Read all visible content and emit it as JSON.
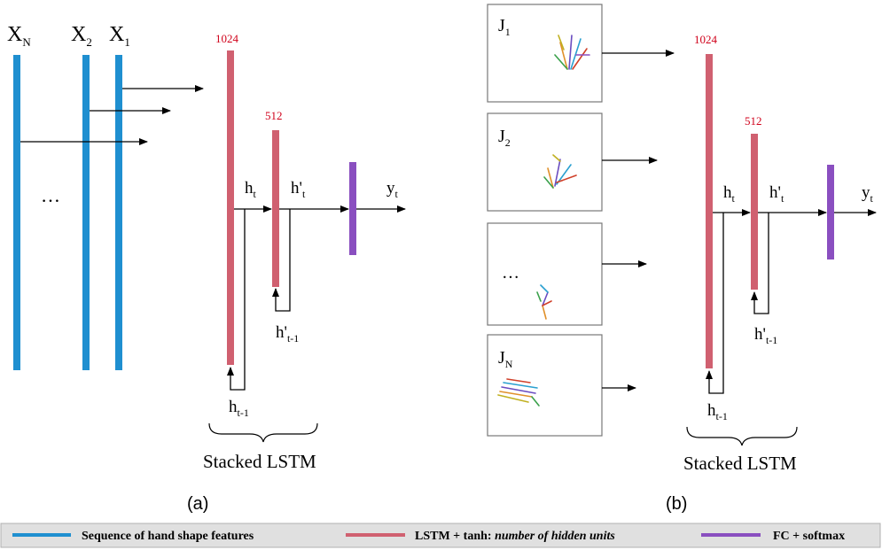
{
  "panel_a": {
    "inputs": [
      "X",
      "X",
      "X"
    ],
    "input_subs": [
      "N",
      "2",
      "1"
    ],
    "ellipsis": "…",
    "units_top": "1024",
    "units_second": "512",
    "h": "h",
    "h_sub": "t",
    "hp": "h'",
    "hp_sub": "t",
    "y": "y",
    "y_sub": "t",
    "h_prev_sub": "t-1",
    "hp_prev_sub": "t-1",
    "brace_label": "Stacked LSTM",
    "caption": "(a)"
  },
  "panel_b": {
    "frames": [
      {
        "label": "J",
        "sub": "1"
      },
      {
        "label": "J",
        "sub": "2"
      },
      {
        "label": "…",
        "sub": ""
      },
      {
        "label": "J",
        "sub": "N"
      }
    ],
    "units_top": "1024",
    "units_second": "512",
    "h": "h",
    "h_sub": "t",
    "hp": "h'",
    "hp_sub": "t",
    "y": "y",
    "y_sub": "t",
    "h_prev_sub": "t-1",
    "hp_prev_sub": "t-1",
    "brace_label": "Stacked LSTM",
    "caption": "(b)"
  },
  "legend": {
    "items": [
      {
        "label": "Sequence of hand shape features",
        "color": "#1f8fd0"
      },
      {
        "label_bold": "LSTM + tanh:",
        "label_italic": "number of hidden units",
        "color": "#d06070"
      },
      {
        "label": "FC + softmax",
        "color": "#8a4fc0"
      }
    ]
  },
  "colors": {
    "feature": "#1f8fd0",
    "lstm": "#d06070",
    "fc": "#8a4fc0",
    "units_text": "#d0021b",
    "legend_bg": "#e0e0e0"
  }
}
